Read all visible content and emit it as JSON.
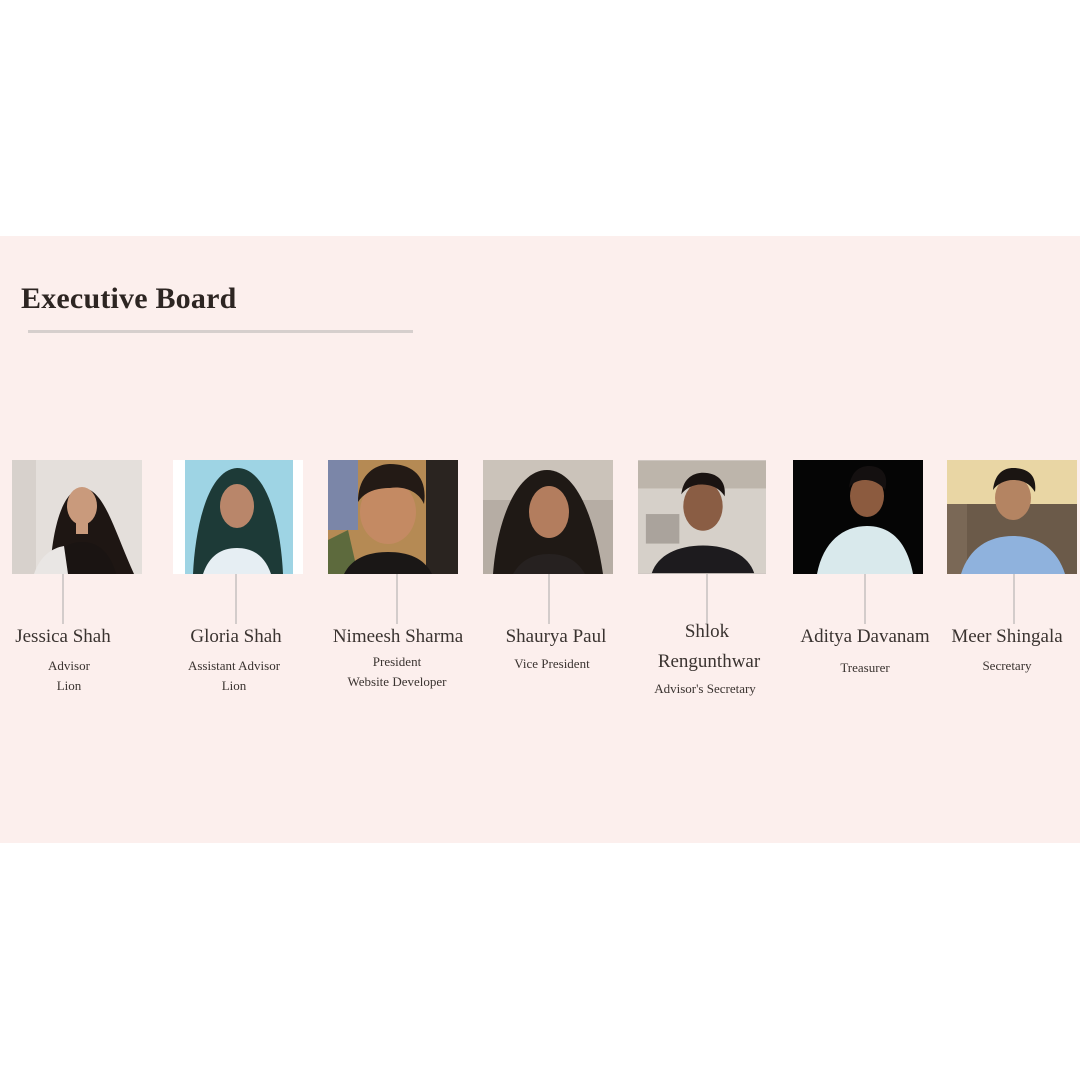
{
  "section": {
    "title": "Executive Board"
  },
  "members": [
    {
      "name": "Jessica Shah",
      "role_line1": "Advisor",
      "role_line2": "Lion",
      "photo_icon": "person-photo"
    },
    {
      "name": "Gloria Shah",
      "role_line1": "Assistant Advisor",
      "role_line2": "Lion",
      "photo_icon": "person-photo"
    },
    {
      "name": "Nimeesh Sharma",
      "role_line1": "President",
      "role_line2": "Website Developer",
      "photo_icon": "person-photo"
    },
    {
      "name": "Shaurya Paul",
      "role_line1": "Vice President",
      "role_line2": "",
      "photo_icon": "person-photo"
    },
    {
      "name_line1": "Shlok",
      "name_line2": "Rengunthwar",
      "role_line1": "Advisor's Secretary",
      "photo_icon": "person-photo"
    },
    {
      "name": "Aditya Davanam",
      "role_line1": "Treasurer",
      "photo_icon": "person-photo"
    },
    {
      "name": "Meer Shingala",
      "role_line1": "Secretary",
      "photo_icon": "person-photo"
    }
  ],
  "colors": {
    "section_background": "#fcefed",
    "page_background": "#ffffff",
    "text": "#3a3330",
    "rule": "#d6cfcd"
  }
}
